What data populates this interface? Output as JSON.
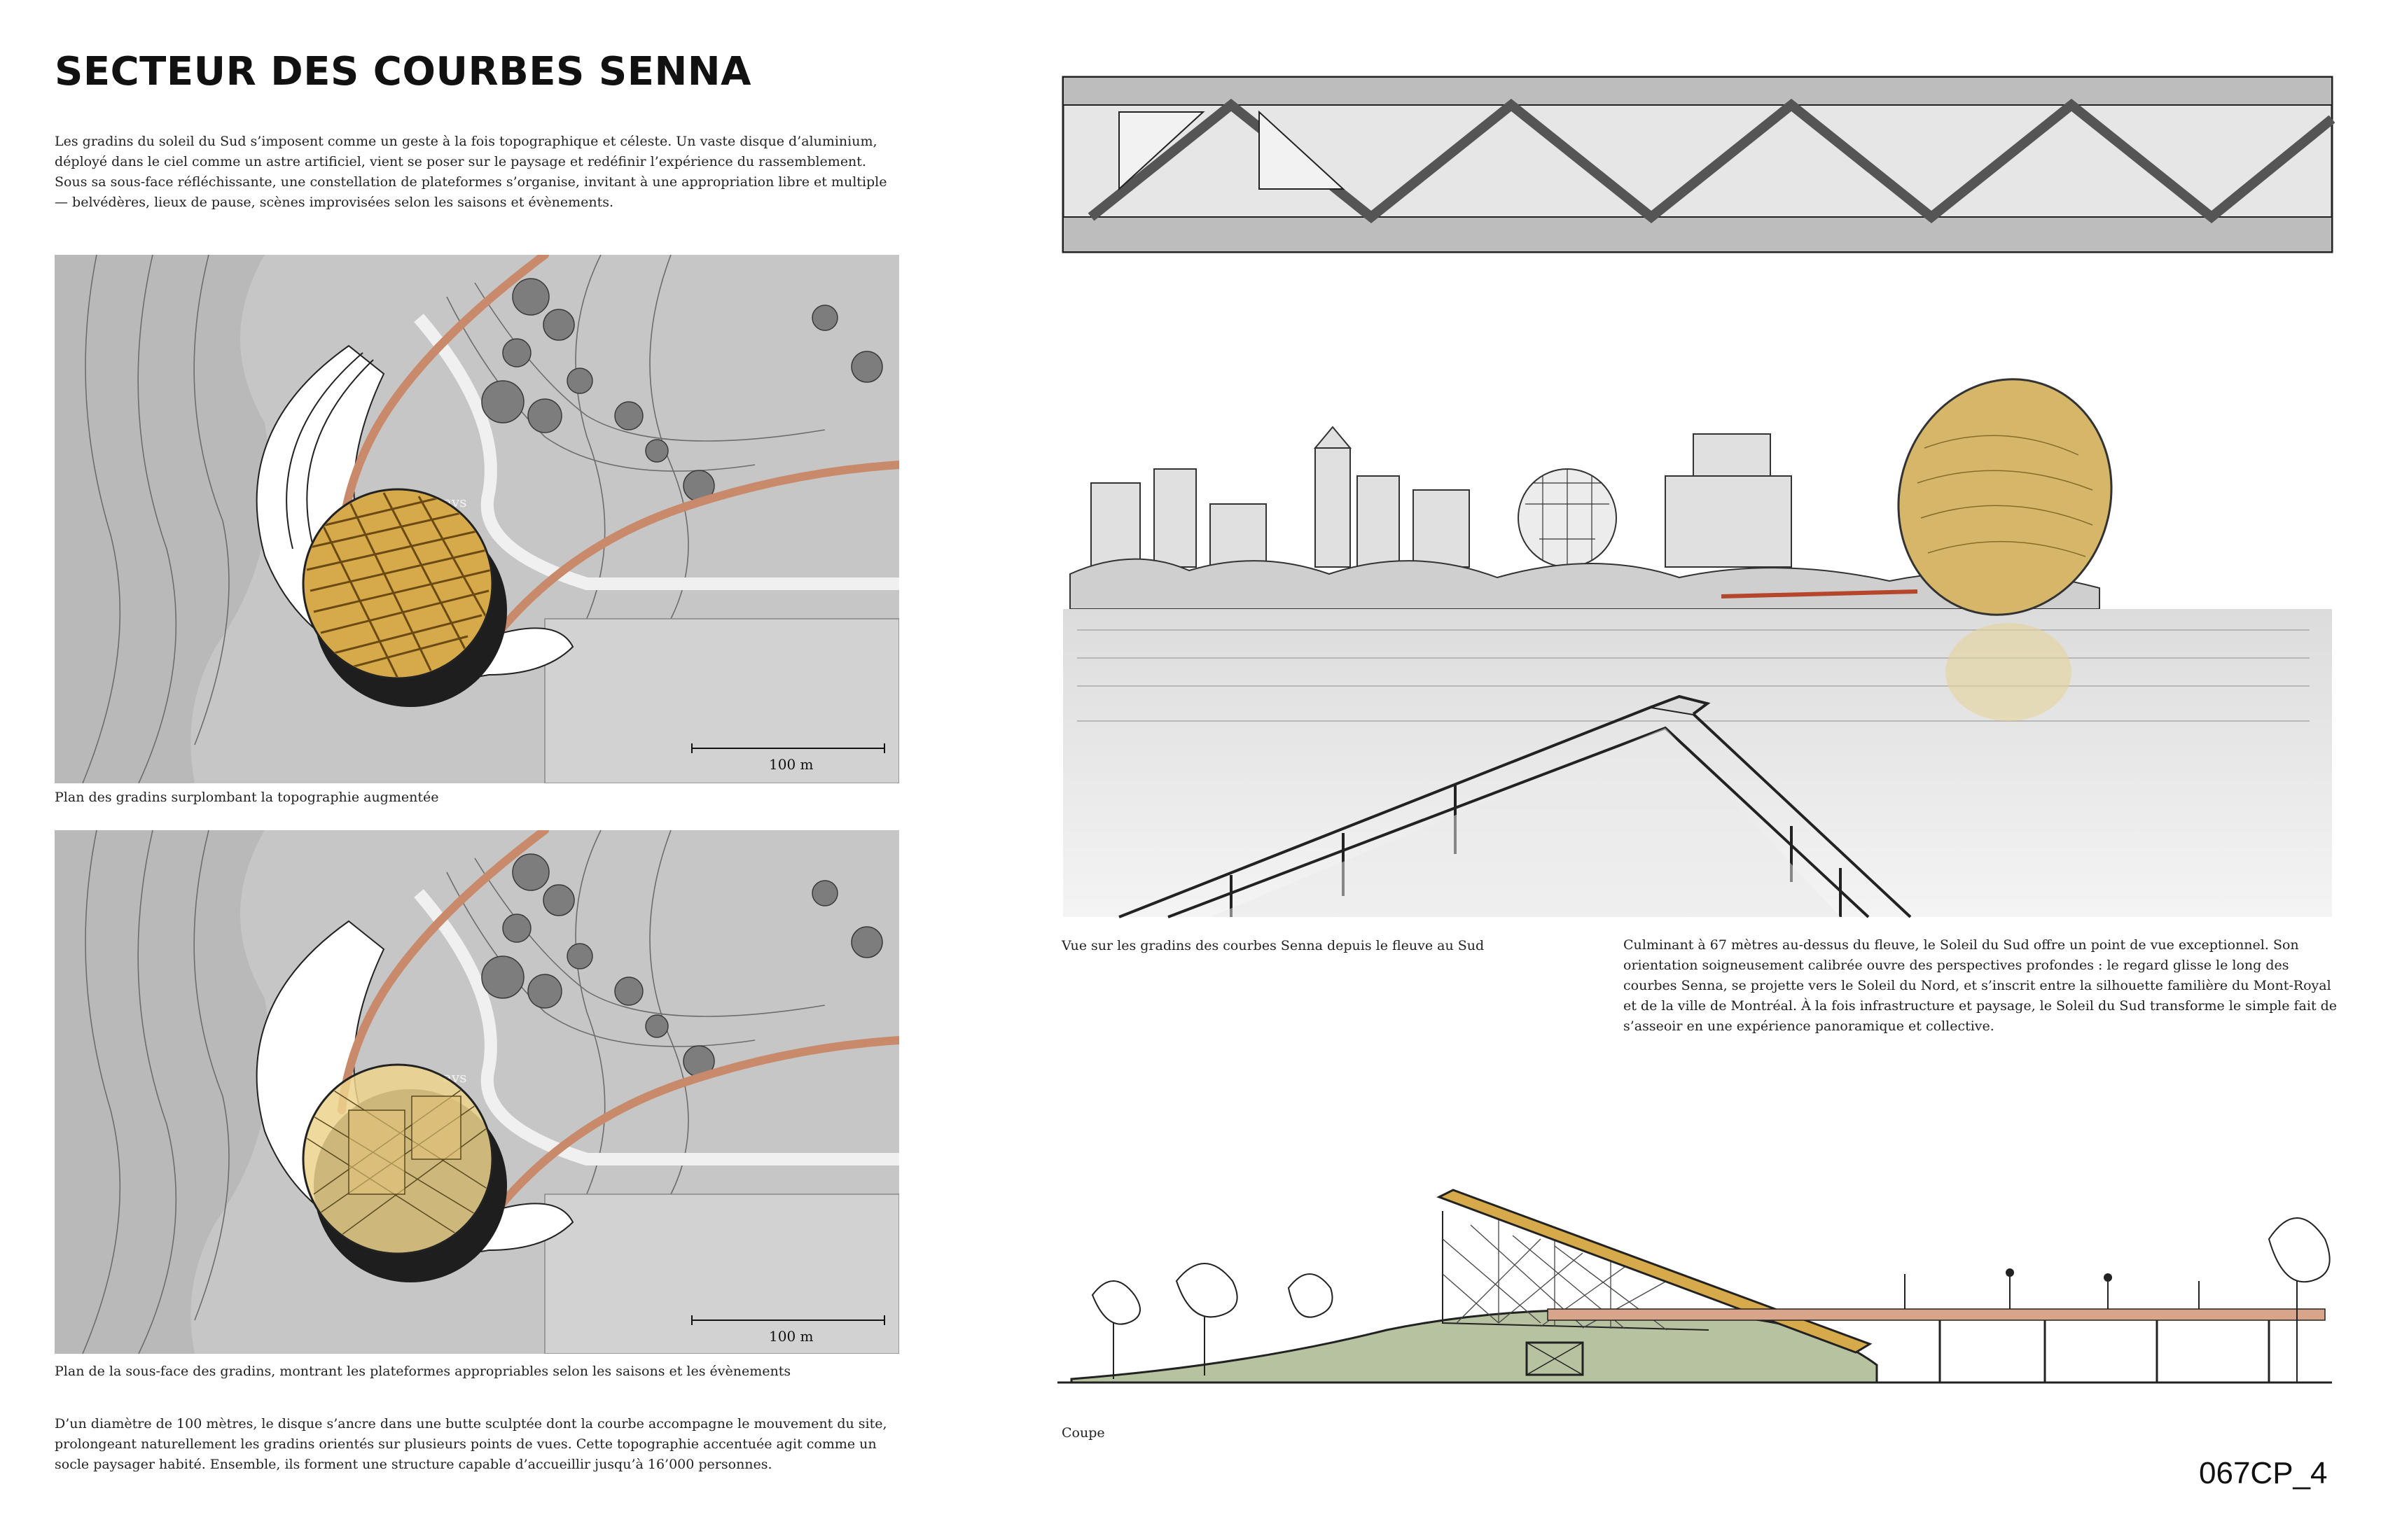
{
  "page": {
    "title": "SECTEUR DES COURBES SENNA",
    "page_number": "067CP_4"
  },
  "intro": {
    "text": "Les gradins du soleil du Sud s’imposent comme un geste à la fois topographique et céleste. Un vaste disque d’aluminium, déployé dans le ciel comme un astre artificiel, vient se poser sur le paysage et redéfinir l’expérience du rassemblement. Sous sa sous-face réfléchissante, une constellation de plateformes s’organise, invitant à une appropriation libre et multiple — belvédères, lieux de pause, scènes improvisées selon les saisons et évènements."
  },
  "plans": [
    {
      "caption": "Plan des gradins surplombant la topographie augmentée",
      "scale_label": "100 m",
      "road_label": "avs"
    },
    {
      "caption": "Plan de la sous-face des gradins, montrant les plateformes appropriables selon les saisons et les évènements",
      "scale_label": "100 m",
      "road_label": "avs"
    }
  ],
  "closing": {
    "text": "D’un diamètre de 100 mètres, le disque s’ancre dans une butte sculptée dont la courbe accompagne le mouvement du site, prolongeant naturellement les gradins orientés sur plusieurs points de vues. Cette topographie accentuée agit comme un socle paysager habité. Ensemble, ils forment une structure capable d’accueillir jusqu’à 16’000 personnes."
  },
  "perspective": {
    "caption": "Vue sur les gradins des courbes Senna depuis le fleuve au Sud",
    "text": "Culminant à 67 mètres au-dessus du fleuve, le Soleil du Sud offre un point de vue exceptionnel. Son orientation soigneusement calibrée ouvre des perspectives profondes : le regard glisse le long des courbes Senna, se projette vers le Soleil du Nord, et s’inscrit entre la silhouette familière du Mont-Royal et de la ville de Montréal. À la fois infrastructure et paysage, le Soleil du Sud transforme le simple fait de s’asseoir en une expérience panoramique et collective."
  },
  "section": {
    "caption": "Coupe"
  },
  "colors": {
    "disc_gold": "#d6a94a",
    "path_terracotta": "#c98a6b",
    "ground_green": "#b6c2a0",
    "plan_gray": "#c9c9c9",
    "water_gray": "#b3b3b3"
  }
}
